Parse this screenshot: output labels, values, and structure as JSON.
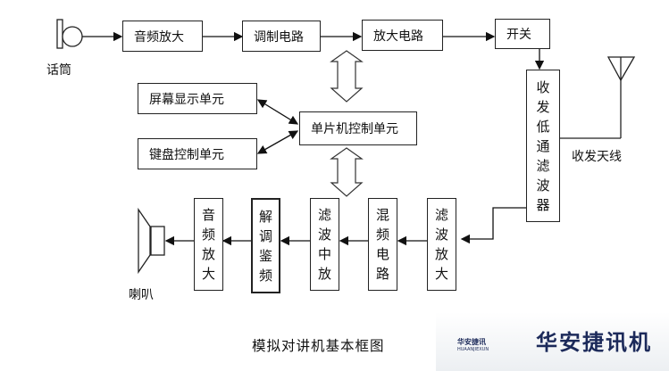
{
  "diagram": {
    "title": "模拟对讲机基本框图",
    "transmit_chain": [
      {
        "id": "mic",
        "label": "话筒"
      },
      {
        "id": "audio_amp_tx",
        "label": "音频放大"
      },
      {
        "id": "modulator",
        "label": "调制电路"
      },
      {
        "id": "power_amp",
        "label": "放大电路"
      },
      {
        "id": "switch",
        "label": "开关"
      }
    ],
    "filter": {
      "label": "收发低通滤波器",
      "chars": [
        "收",
        "发",
        "低",
        "通",
        "滤",
        "波",
        "器"
      ]
    },
    "antenna": {
      "label": "收发天线"
    },
    "control": {
      "mcu": {
        "label": "单片机控制单元"
      },
      "display": {
        "label": "屏幕显示单元"
      },
      "keyboard": {
        "label": "键盘控制单元"
      }
    },
    "receive_chain": [
      {
        "id": "rf_amp",
        "label": "滤波放大",
        "chars": [
          "滤",
          "波",
          "放",
          "大"
        ]
      },
      {
        "id": "mixer",
        "label": "混频电路",
        "chars": [
          "混",
          "频",
          "电",
          "路"
        ]
      },
      {
        "id": "if_amp",
        "label": "滤波中放",
        "chars": [
          "滤",
          "波",
          "中",
          "放"
        ]
      },
      {
        "id": "demod",
        "label": "解调鉴频",
        "chars": [
          "解",
          "调",
          "鉴",
          "频"
        ]
      },
      {
        "id": "audio_amp_rx",
        "label": "音频放大",
        "chars": [
          "音",
          "频",
          "放",
          "大"
        ]
      },
      {
        "id": "speaker",
        "label": "喇叭"
      }
    ]
  },
  "watermark": {
    "brand": "华安捷讯",
    "brand_sub": "HUAANJIEXUN",
    "text": "华安捷讯机",
    "star_color": "#d32f2f",
    "text_color": "#1c2a5a"
  }
}
